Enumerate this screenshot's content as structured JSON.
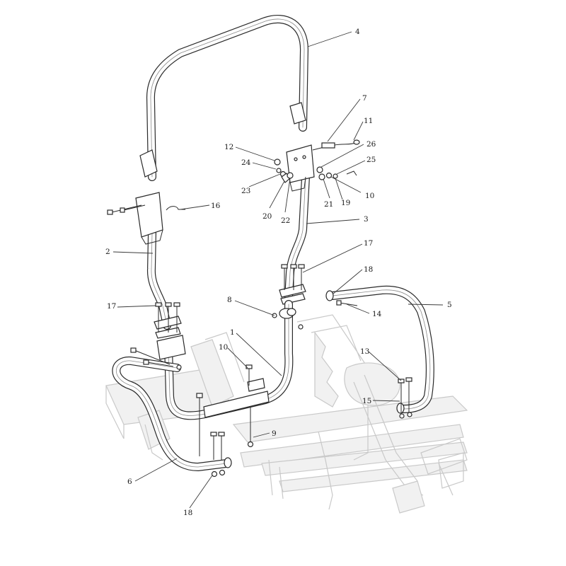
{
  "callouts": [
    {
      "id": "c1",
      "label": "1"
    },
    {
      "id": "c2",
      "label": "2"
    },
    {
      "id": "c3",
      "label": "3"
    },
    {
      "id": "c4",
      "label": "4"
    },
    {
      "id": "c5",
      "label": "5"
    },
    {
      "id": "c6",
      "label": "6"
    },
    {
      "id": "c7",
      "label": "7"
    },
    {
      "id": "c8",
      "label": "8"
    },
    {
      "id": "c9",
      "label": "9"
    },
    {
      "id": "c10a",
      "label": "10"
    },
    {
      "id": "c10b",
      "label": "10"
    },
    {
      "id": "c11",
      "label": "11"
    },
    {
      "id": "c12",
      "label": "12"
    },
    {
      "id": "c13",
      "label": "13"
    },
    {
      "id": "c14",
      "label": "14"
    },
    {
      "id": "c15",
      "label": "15"
    },
    {
      "id": "c16",
      "label": "16"
    },
    {
      "id": "c17a",
      "label": "17"
    },
    {
      "id": "c17b",
      "label": "17"
    },
    {
      "id": "c18a",
      "label": "18"
    },
    {
      "id": "c18b",
      "label": "18"
    },
    {
      "id": "c19",
      "label": "19"
    },
    {
      "id": "c20",
      "label": "20"
    },
    {
      "id": "c21",
      "label": "21"
    },
    {
      "id": "c22",
      "label": "22"
    },
    {
      "id": "c23",
      "label": "23"
    },
    {
      "id": "c24",
      "label": "24"
    },
    {
      "id": "c25",
      "label": "25"
    },
    {
      "id": "c26",
      "label": "26"
    }
  ]
}
